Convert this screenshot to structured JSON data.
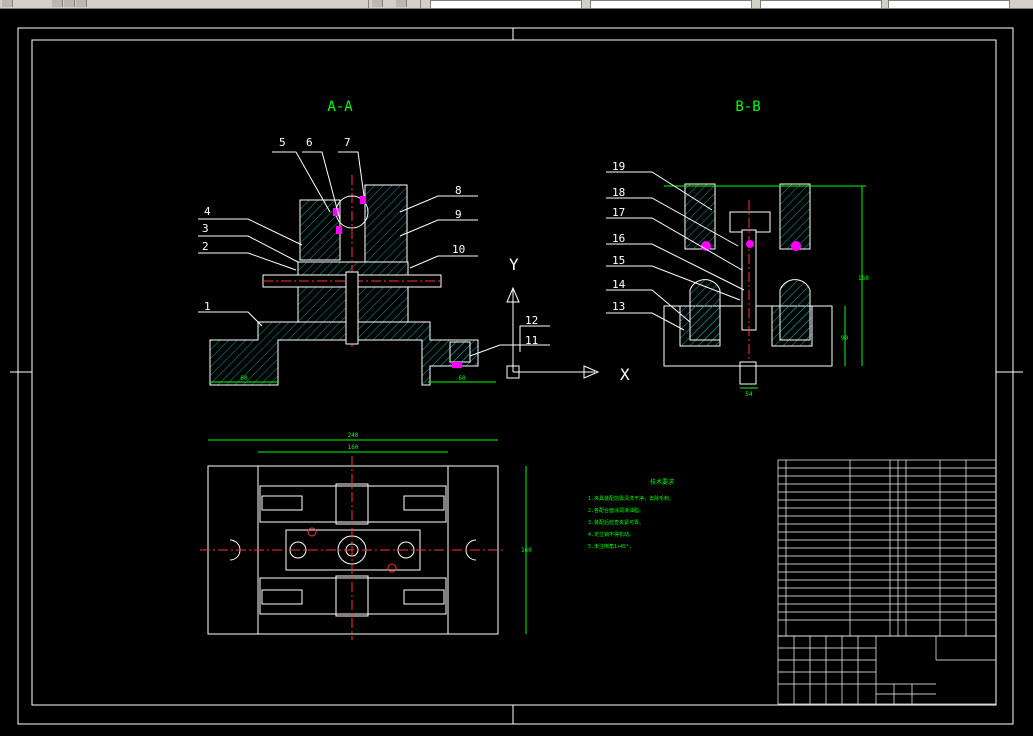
{
  "toolbar": {
    "items": [
      "",
      "",
      "",
      ""
    ]
  },
  "drawing": {
    "section_a": "A-A",
    "section_b": "B-B",
    "axis_x": "X",
    "axis_y": "Y",
    "callouts": [
      "1",
      "2",
      "3",
      "4",
      "5",
      "6",
      "7",
      "8",
      "9",
      "10",
      "11",
      "12",
      "13",
      "14",
      "15",
      "16",
      "17",
      "18",
      "19"
    ],
    "dims": {
      "a1": "60",
      "a2": "60",
      "b_height": "150",
      "b_mid": "90",
      "b_width": "54",
      "plan_width": "240",
      "plan_inner": "160",
      "plan_height": "160"
    },
    "tech_req_title": "技术要求",
    "tech_req_lines": [
      "1.夹具装配前需清洗干净，去除毛刺。",
      "2.各配合面涂润滑油脂。",
      "3.装配后检查夹紧可靠。",
      "4.定位销不得松动。",
      "5.未注倒角1×45°。"
    ]
  }
}
